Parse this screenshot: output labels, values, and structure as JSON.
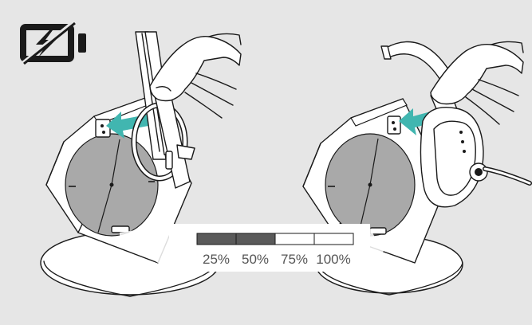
{
  "colors": {
    "background": "#e6e6e6",
    "accent_arrow": "#41b6b0",
    "bar_filled": "#5a5a5a",
    "bar_empty": "#ffffff",
    "dial_grey": "#a9a9a9"
  },
  "icons": {
    "battery": "battery-charging-icon"
  },
  "charge_indicator": {
    "segments": [
      {
        "label": "25%",
        "filled": true
      },
      {
        "label": "50%",
        "filled": true
      },
      {
        "label": "75%",
        "filled": false
      },
      {
        "label": "100%",
        "filled": false
      }
    ],
    "level_fraction": 0.5
  }
}
